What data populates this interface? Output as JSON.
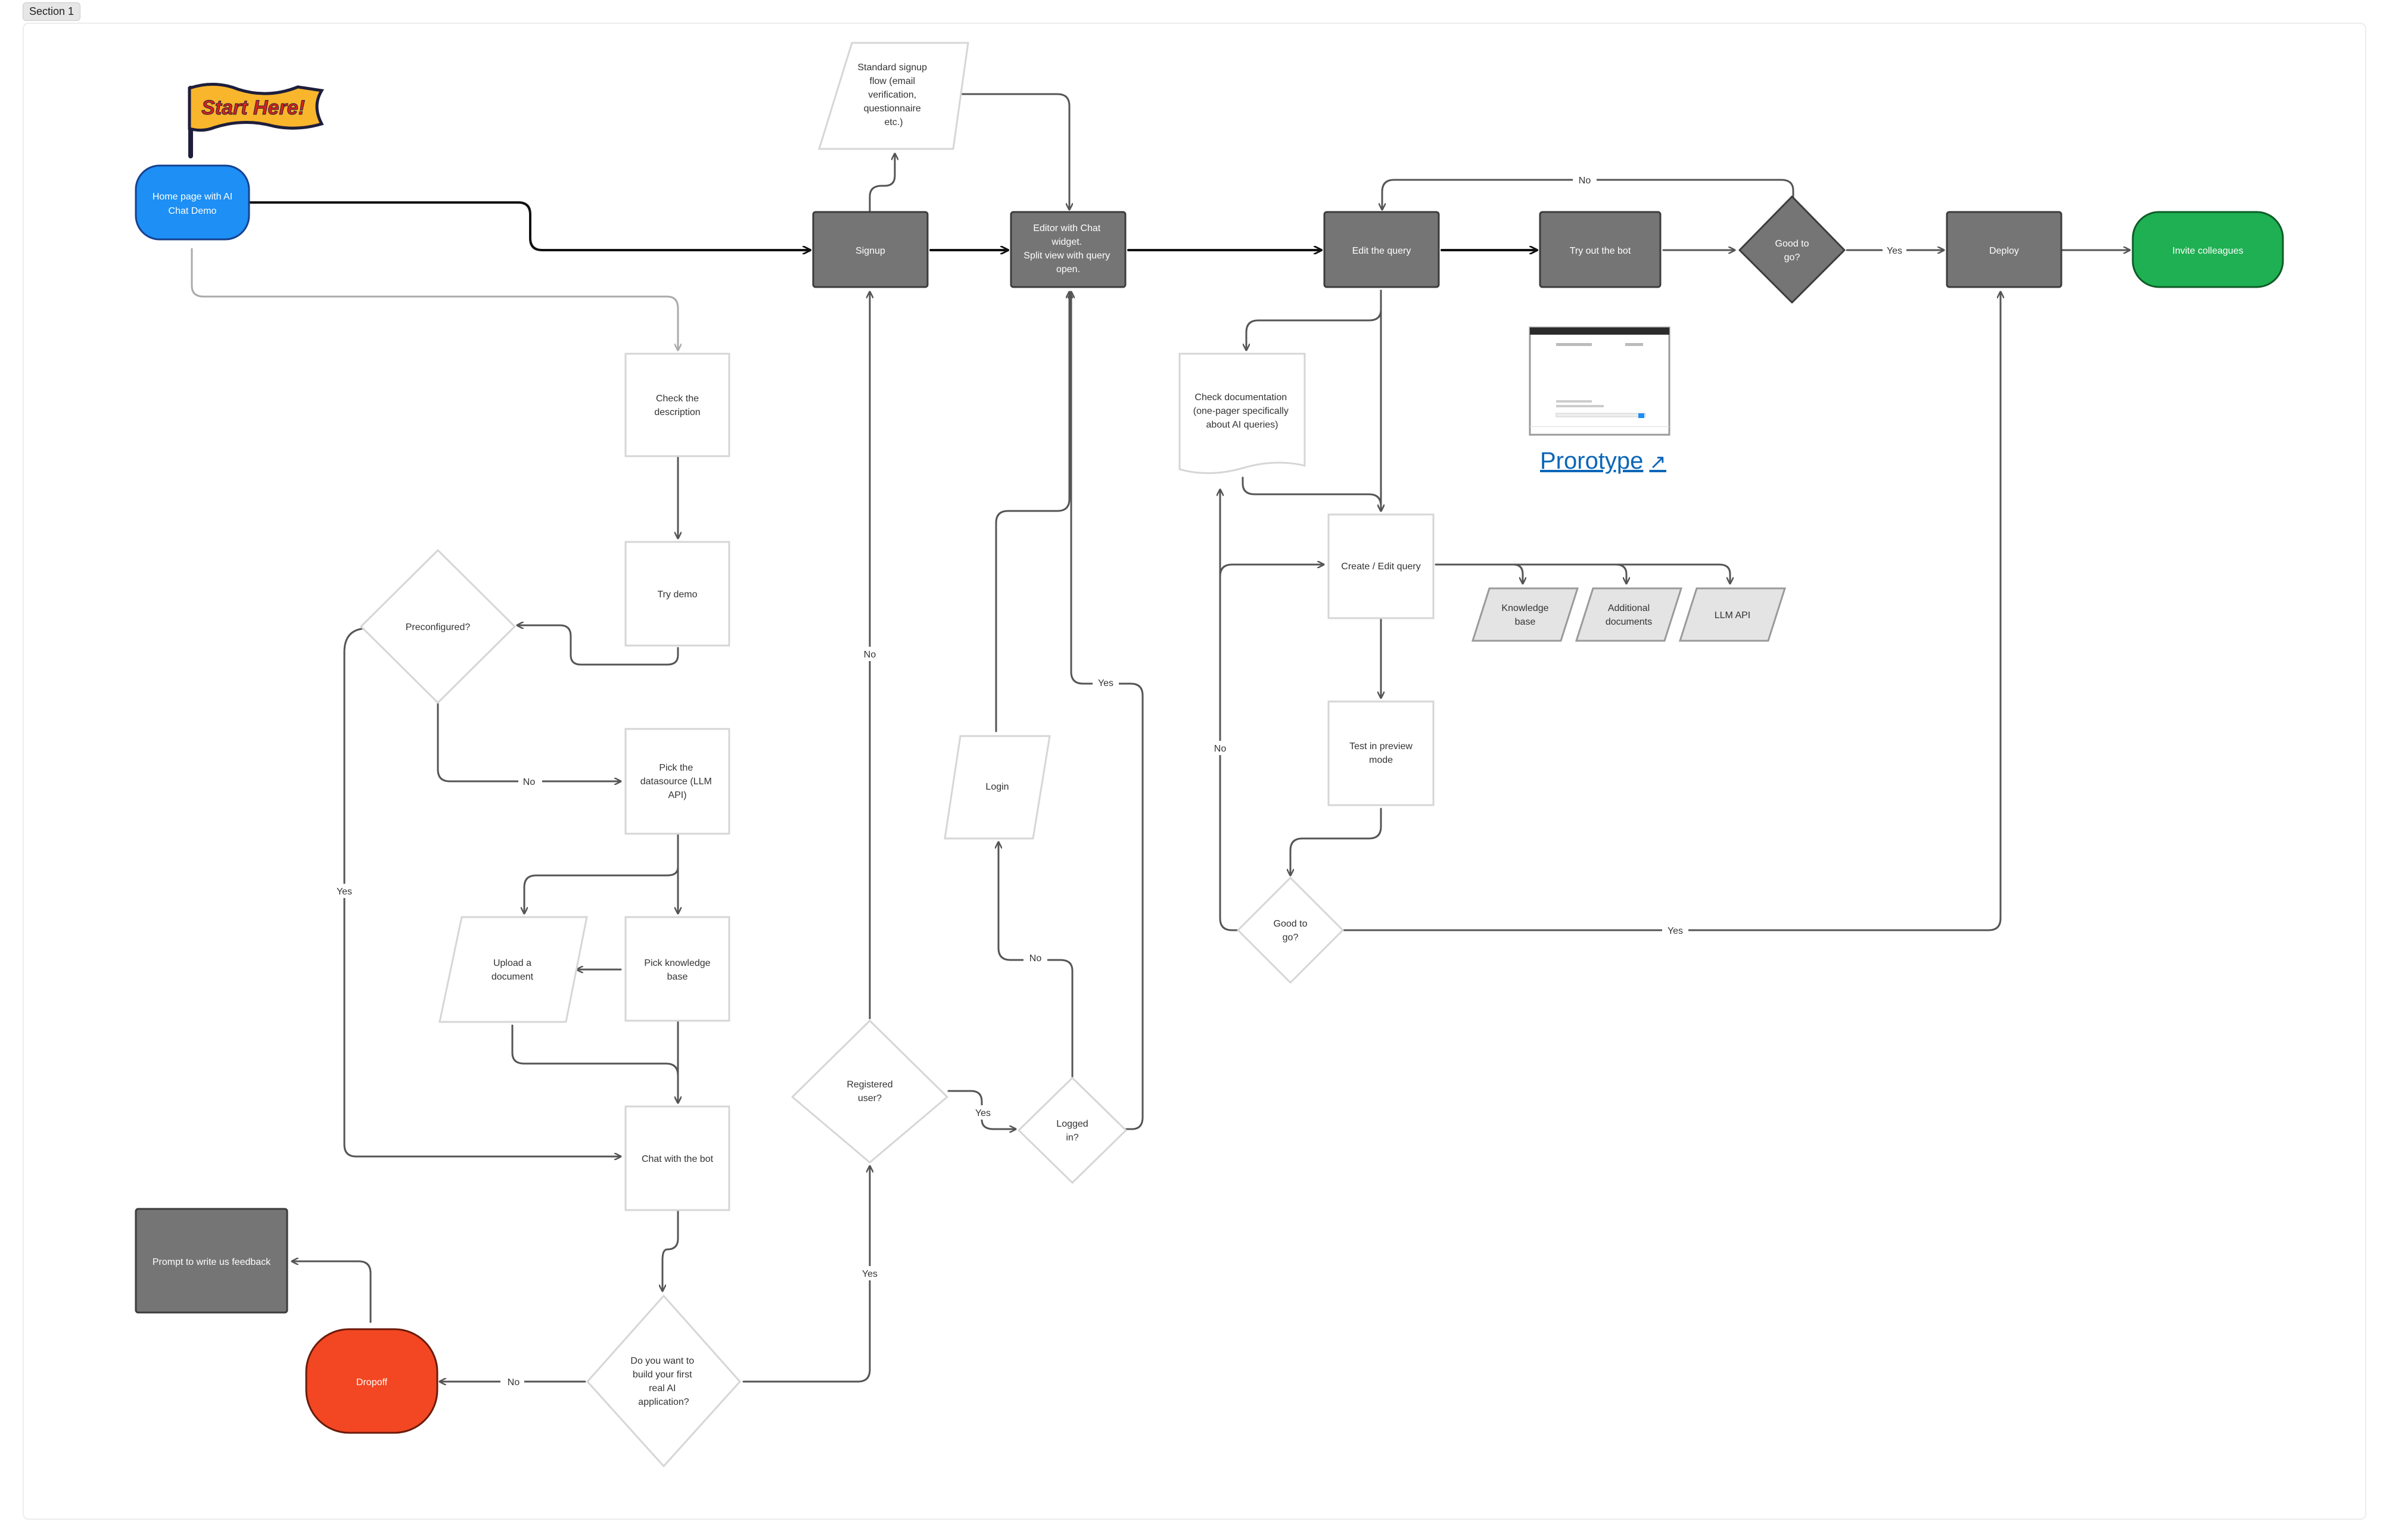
{
  "section": {
    "title": "Section 1"
  },
  "start_flag": {
    "text": "Start Here!"
  },
  "nodes": {
    "home": [
      "Home page with AI",
      "Chat Demo"
    ],
    "signup": [
      "Signup"
    ],
    "standard_signup": [
      "Standard signup",
      "flow (email",
      "verification,",
      "questionnaire",
      "etc.)"
    ],
    "editor": [
      "Editor with Chat",
      "widget.",
      "Split view with query",
      "open."
    ],
    "edit_query": [
      "Edit the query"
    ],
    "try_bot": [
      "Try out the bot"
    ],
    "good_to_go_top": [
      "Good to",
      "go?"
    ],
    "deploy": [
      "Deploy"
    ],
    "invite": [
      "Invite colleagues"
    ],
    "check_desc": [
      "Check the",
      "description"
    ],
    "try_demo": [
      "Try demo"
    ],
    "preconfigured": [
      "Preconfigured?"
    ],
    "pick_datasource": [
      "Pick the",
      "datasource (LLM",
      "API)"
    ],
    "pick_kb": [
      "Pick knowledge",
      "base"
    ],
    "upload_doc": [
      "Upload a",
      "document"
    ],
    "chat_bot": [
      "Chat with the bot"
    ],
    "build_first": [
      "Do you want to",
      "build your first",
      "real AI",
      "application?"
    ],
    "dropoff": [
      "Dropoff"
    ],
    "prompt_feedback": [
      "Prompt to write us feedback"
    ],
    "registered": [
      "Registered",
      "user?"
    ],
    "logged_in": [
      "Logged",
      "in?"
    ],
    "login": [
      "Login"
    ],
    "check_docs": [
      "Check documentation",
      "(one-pager specifically",
      "about AI queries)"
    ],
    "create_edit": [
      "Create / Edit query"
    ],
    "knowledge_base": [
      "Knowledge",
      "base"
    ],
    "additional_docs": [
      "Additional",
      "documents"
    ],
    "llm_api": [
      "LLM API"
    ],
    "test_preview": [
      "Test in preview",
      "mode"
    ],
    "good_to_go_mid": [
      "Good to",
      "go?"
    ]
  },
  "edge_labels": {
    "no": "No",
    "yes": "Yes"
  },
  "prototype": {
    "label": "Prorotype",
    "arrow": "↗"
  },
  "colors": {
    "blue": "#1d8ff5",
    "green": "#1eb052",
    "red": "#f24722",
    "dark": "#757575",
    "dark_border": "#3c3c3c",
    "white_border": "#d6d6d6",
    "light_fill": "#e4e4e4",
    "line": "#555555",
    "flag_yellow": "#f9b52c",
    "link": "#0b66b8"
  }
}
